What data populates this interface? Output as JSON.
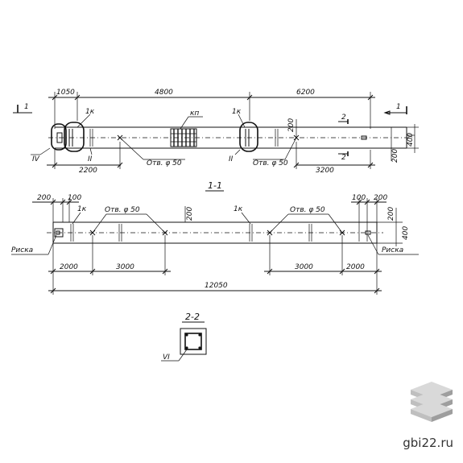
{
  "plan": {
    "dims_top": [
      "1050",
      "4800",
      "6200"
    ],
    "dims_bottom": [
      "2200",
      "3200"
    ],
    "section_marks": [
      "1",
      "1"
    ],
    "section2_marks": [
      "2",
      "2"
    ],
    "dim_right": [
      "400",
      "200"
    ],
    "mark_1k_a": "1к",
    "mark_1k_b": "1к",
    "mark_kp": "кп",
    "mark_200": "200",
    "hole_a": "Отв. φ 50",
    "hole_b": "Отв. φ 50",
    "roman_iv": "IV",
    "roman_ii_a": "II",
    "roman_ii_b": "II"
  },
  "section11": {
    "title": "1-1",
    "dims_top": [
      "200",
      "100",
      "100",
      "200"
    ],
    "mark_1k_a": "1к",
    "mark_1k_b": "1к",
    "hole_a": "Отв. φ 50",
    "hole_b": "Отв. φ 50",
    "mark_200": "200",
    "dim_right": [
      "200",
      "400"
    ],
    "riska_left": "Риска",
    "riska_right": "Риска",
    "dims_bottom": [
      "2000",
      "3000",
      "3000",
      "2000"
    ],
    "dim_total": "12050"
  },
  "section22": {
    "title": "2-2",
    "roman_vi": "VI"
  },
  "watermark": {
    "text": "gbi22.ru",
    "colors": [
      "#d9d9d9",
      "#bfbfbf",
      "#9e9e9e"
    ]
  }
}
